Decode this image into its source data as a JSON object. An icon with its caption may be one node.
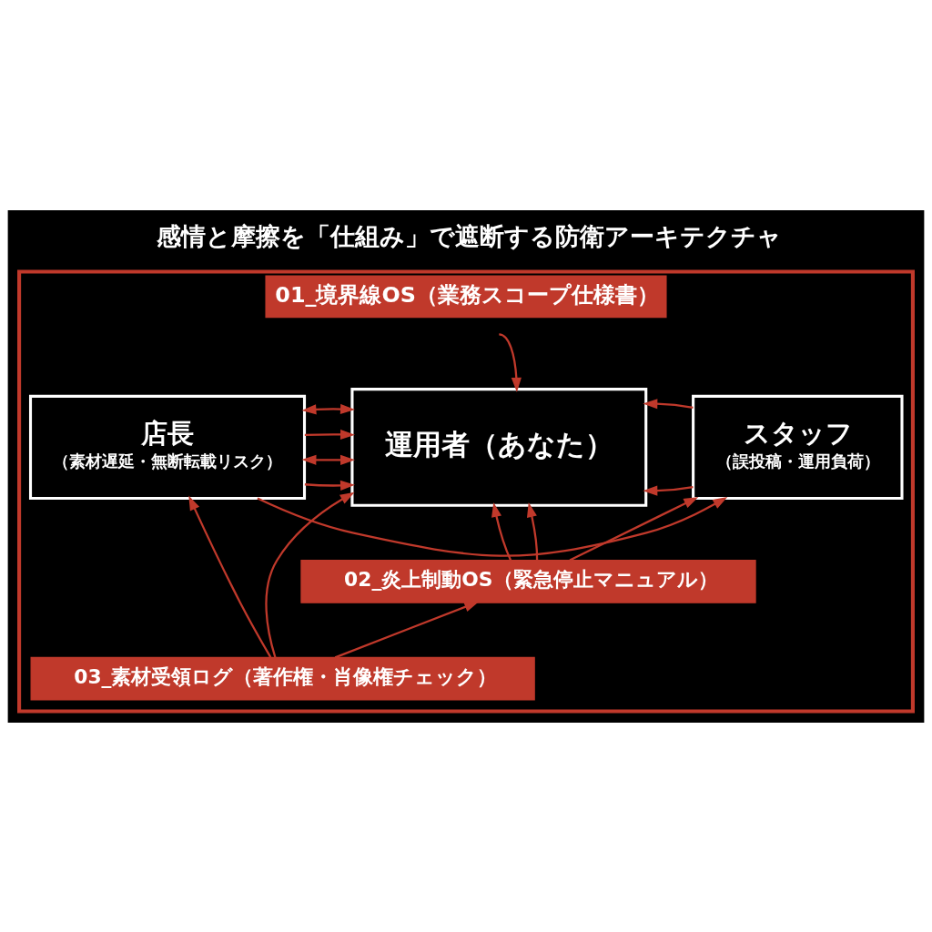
{
  "diagram": {
    "title": "感情と摩擦を「仕組み」で遮断する防衛アーキテクチャ",
    "nodes": [
      {
        "text": [
          "01_境界線OS（業務スコープ仕様書）"
        ]
      },
      {
        "text": [
          "店長",
          "（素材遅延・無断転載リスク）"
        ],
        "in": 0
      },
      {
        "text": [
          "運用者（あなた）"
        ],
        "in": 0
      },
      {
        "text": [
          "スタッフ",
          "（誤投稿・運用負荷）"
        ],
        "in": 0
      },
      {
        "text": [
          "02_炎上制動OS（緊急停止マニュアル）"
        ],
        "in": 0
      },
      {
        "text": [
          "03_素材受領ログ（著作権・肖像権チェック）"
        ],
        "in": 0
      }
    ],
    "edges": [
      {
        "from": 0,
        "to": 2,
        "arrow": "to"
      },
      {
        "from": 1,
        "to": 3,
        "arrow": "to"
      },
      {
        "from": 1,
        "to": 2,
        "arrow": "both"
      },
      {
        "from": 1,
        "to": 2,
        "arrow": "to"
      },
      {
        "from": 1,
        "to": 2,
        "arrow": "both"
      },
      {
        "from": 1,
        "to": 2,
        "arrow": "to"
      },
      {
        "from": 4,
        "to": 2,
        "arrow": "to"
      },
      {
        "from": 4,
        "to": 2,
        "arrow": "to"
      },
      {
        "from": 5,
        "to": 4,
        "arrow": "to"
      },
      {
        "from": 5,
        "to": 1,
        "arrow": "to"
      },
      {
        "from": 3,
        "to": 2,
        "arrow": "to"
      },
      {
        "from": 3,
        "to": 2,
        "arrow": "to"
      },
      {
        "from": 5,
        "to": 2,
        "arrow": "to"
      },
      {
        "from": 4,
        "to": 3,
        "arrow": "to"
      }
    ]
  }
}
